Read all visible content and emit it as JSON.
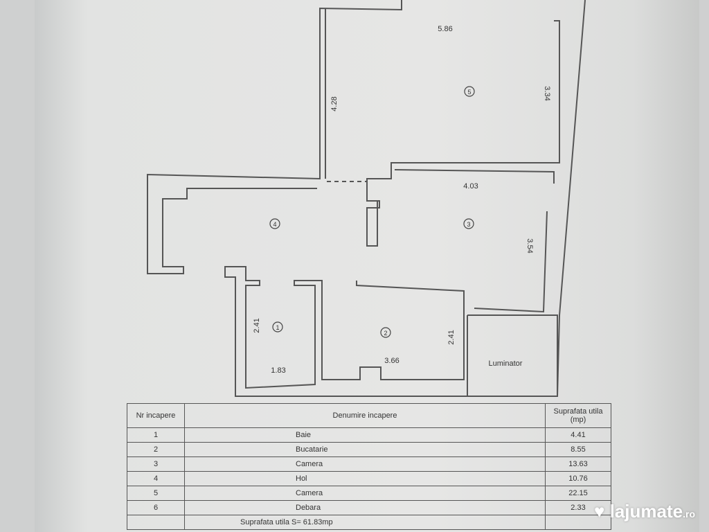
{
  "plan": {
    "dimensions": [
      "5.86",
      "4.28",
      "3.34",
      "4.03",
      "3.54",
      "2.41",
      "1.83",
      "3.66",
      "2.41"
    ],
    "room_markers": [
      "1",
      "2",
      "3",
      "4",
      "5"
    ],
    "luminator": "Luminator"
  },
  "table": {
    "headers": [
      "Nr incapere",
      "Denumire incapere",
      "Suprafata utila (mp)"
    ],
    "rows": [
      {
        "nr": "1",
        "name": "Baie",
        "area": "4.41"
      },
      {
        "nr": "2",
        "name": "Bucatarie",
        "area": "8.55"
      },
      {
        "nr": "3",
        "name": "Camera",
        "area": "13.63"
      },
      {
        "nr": "4",
        "name": "Hol",
        "area": "10.76"
      },
      {
        "nr": "5",
        "name": "Camera",
        "area": "22.15"
      },
      {
        "nr": "6",
        "name": "Debara",
        "area": "2.33"
      }
    ],
    "total": "Suprafata utila  S= 61.83mp"
  },
  "watermark": {
    "brand": "lajumate",
    "tld": ".ro"
  }
}
